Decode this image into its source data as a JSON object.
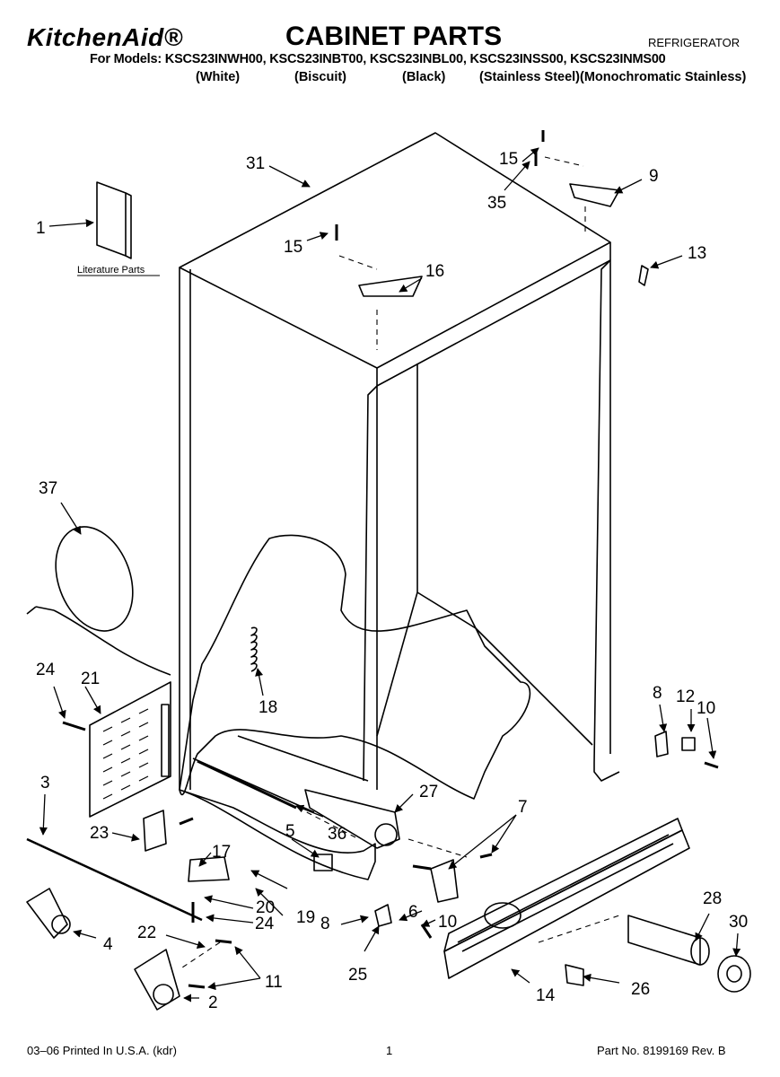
{
  "header": {
    "brand": "KitchenAid®",
    "title": "CABINET PARTS",
    "category": "REFRIGERATOR",
    "models_line": "For Models: KSCS23INWH00, KSCS23INBT00, KSCS23INBL00, KSCS23INSS00, KSCS23INMS00",
    "variants": [
      "(White)",
      "(Biscuit)",
      "(Black)",
      "(Stainless Steel)(Monochromatic Stainless)"
    ]
  },
  "diagram": {
    "literature_label": "Literature Parts",
    "callouts": [
      "1",
      "2",
      "3",
      "4",
      "5",
      "6",
      "7",
      "8",
      "8",
      "9",
      "10",
      "10",
      "11",
      "12",
      "13",
      "14",
      "15",
      "15",
      "16",
      "17",
      "18",
      "19",
      "20",
      "21",
      "22",
      "23",
      "24",
      "24",
      "25",
      "26",
      "27",
      "28",
      "30",
      "31",
      "35",
      "36",
      "37"
    ]
  },
  "footer": {
    "printed": "03–06 Printed In U.S.A. (kdr)",
    "page": "1",
    "part_no": "Part No. 8199169 Rev. B"
  }
}
